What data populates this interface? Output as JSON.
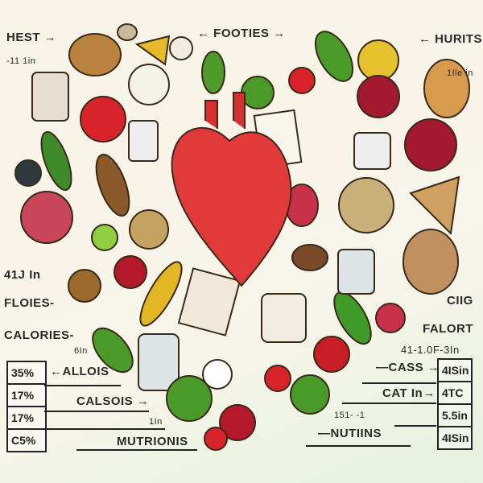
{
  "labels": {
    "top_left": "HEST →",
    "top_left_sub": "-11 1in",
    "top_center": "← FOOTIES →",
    "top_right": "← HURITS",
    "top_right_sub": "1Ile in",
    "left_num": "41J In",
    "floies": "FLOIES-",
    "calories": "CALORIES-",
    "calories_sub": "6In",
    "allois": "←ALLOIS",
    "calsois": "CALSOIS →",
    "calsois_sub": "1In",
    "mutrionis": "MUTRIONIS",
    "ciig": "CIIG",
    "falort": "FALORT",
    "falort_sub": "41-1.0F-3In",
    "cass": "—CASS →",
    "cat": "CAT In→",
    "num_151": "151- -1",
    "nutiins": "—NUTIINS"
  },
  "left_table": [
    "35%",
    "17%",
    "17%",
    "C5%"
  ],
  "right_table": [
    "4ISin",
    "4TC",
    "5.5in",
    "4ISin"
  ]
}
